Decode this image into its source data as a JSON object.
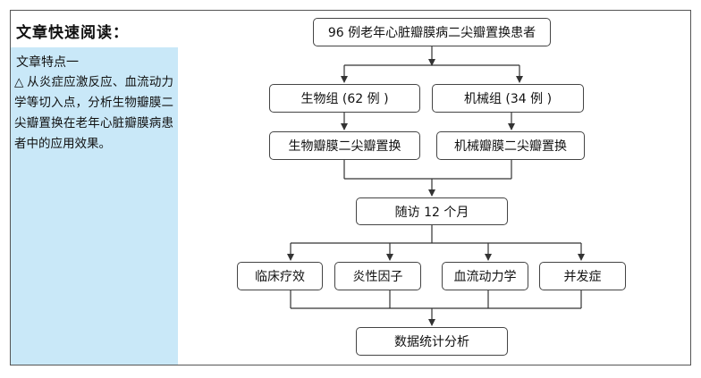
{
  "sidebar": {
    "title": "文章快速阅读：",
    "subtitle": "文章特点一",
    "bullet": "△",
    "text": "从炎症应激反应、血流动力学等切入点，分析生物瓣膜二尖瓣置换在老年心脏瓣膜病患者中的应用效果。"
  },
  "flow": {
    "root": "96 例老年心脏瓣膜病二尖瓣置换患者",
    "group_bio": "生物组 (62 例 )",
    "group_mech": "机械组 (34 例 )",
    "proc_bio": "生物瓣膜二尖瓣置换",
    "proc_mech": "机械瓣膜二尖瓣置换",
    "followup": "随访 12 个月",
    "outcomes": [
      "临床疗效",
      "炎性因子",
      "血流动力学",
      "并发症"
    ],
    "final": "数据统计分析"
  }
}
